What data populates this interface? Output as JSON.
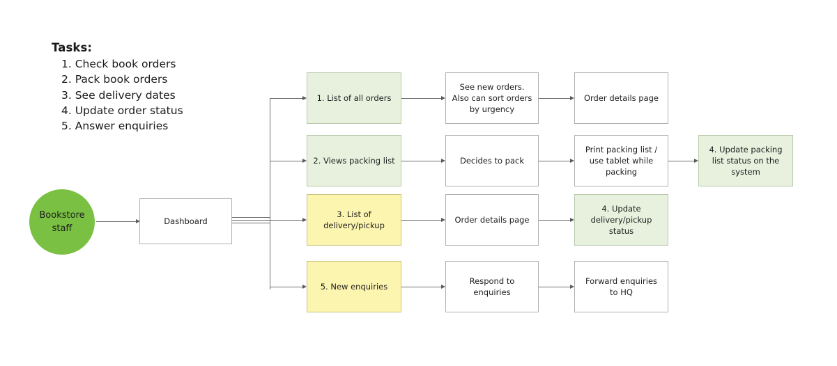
{
  "diagram": {
    "title_block": {
      "heading": "Tasks:",
      "items": [
        "1. Check book orders",
        "2. Pack book orders",
        "3. See delivery dates",
        "4. Update order status",
        "5. Answer enquiries"
      ]
    },
    "colors": {
      "actor_green": "#7ac143",
      "node_green": "#e7f1de",
      "node_yellow": "#fcf5b0",
      "node_white": "#ffffff",
      "line_gray": "#6e6e6e",
      "border_gray": "#b3b3b3"
    },
    "actor": {
      "line1": "Bookstore",
      "line2": "staff"
    },
    "hub": {
      "label": "Dashboard"
    },
    "rows": [
      {
        "id": "row-orders",
        "nodes": [
          {
            "id": "list-all-orders",
            "label": "1. List of all orders",
            "fill": "green"
          },
          {
            "id": "see-new-orders",
            "label": "See new orders. Also can sort orders by urgency",
            "fill": "white"
          },
          {
            "id": "order-details-page-1",
            "label": "Order details page",
            "fill": "white"
          }
        ]
      },
      {
        "id": "row-packing",
        "nodes": [
          {
            "id": "views-packing-list",
            "label": "2. Views packing list",
            "fill": "green"
          },
          {
            "id": "decides-to-pack",
            "label": "Decides to pack",
            "fill": "white"
          },
          {
            "id": "print-packing-list",
            "label": "Print packing list / use tablet while packing",
            "fill": "white"
          },
          {
            "id": "update-packing-status",
            "label": "4. Update packing list status on the system",
            "fill": "green"
          }
        ]
      },
      {
        "id": "row-delivery",
        "nodes": [
          {
            "id": "list-delivery-pickup",
            "label": "3. List of delivery/pickup",
            "fill": "yellow"
          },
          {
            "id": "order-details-page-2",
            "label": "Order details page",
            "fill": "white"
          },
          {
            "id": "update-delivery-status",
            "label": "4. Update delivery/pickup status",
            "fill": "green"
          }
        ]
      },
      {
        "id": "row-enquiries",
        "nodes": [
          {
            "id": "new-enquiries",
            "label": "5. New enquiries",
            "fill": "yellow"
          },
          {
            "id": "respond-enquiries",
            "label": "Respond to enquiries",
            "fill": "white"
          },
          {
            "id": "forward-enquiries-hq",
            "label": "Forward enquiries to HQ",
            "fill": "white"
          }
        ]
      }
    ]
  }
}
